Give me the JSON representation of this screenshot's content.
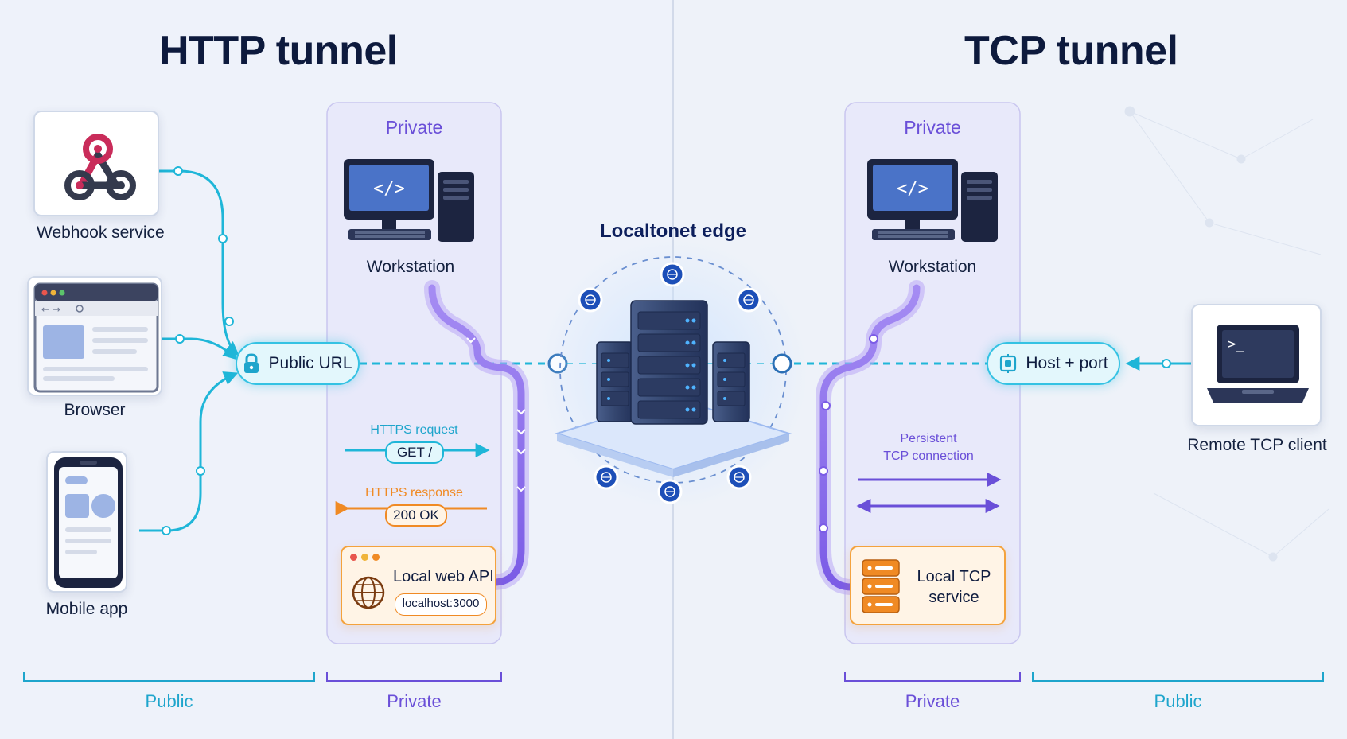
{
  "titles": {
    "left": "HTTP tunnel",
    "right": "TCP tunnel"
  },
  "http": {
    "clients": [
      {
        "label": "Webhook service",
        "icon": "webhook-icon"
      },
      {
        "label": "Browser",
        "icon": "browser-window-icon"
      },
      {
        "label": "Mobile app",
        "icon": "smartphone-icon"
      }
    ],
    "public_url": "Public URL",
    "private_zone_label": "Private",
    "workstation_label": "Workstation",
    "request_label": "HTTPS request",
    "request_method": "GET /",
    "response_label": "HTTPS response",
    "response_status": "200 OK",
    "local_service": {
      "name": "Local web API",
      "address": "localhost:3000"
    }
  },
  "edge": {
    "label": "Localtonet edge"
  },
  "tcp": {
    "private_zone_label": "Private",
    "workstation_label": "Workstation",
    "connection_label_line1": "Persistent",
    "connection_label_line2": "TCP connection",
    "local_service_line1": "Local TCP",
    "local_service_line2": "service",
    "host_port": "Host + port",
    "remote_client": "Remote TCP client"
  },
  "footer": {
    "left_public": "Public",
    "left_private": "Private",
    "right_private": "Private",
    "right_public": "Public"
  },
  "colors": {
    "public_cyan": "#1fb6d8",
    "private_purple": "#7b5ce6",
    "response_orange": "#f08a24",
    "title_navy": "#0d1a3d"
  }
}
